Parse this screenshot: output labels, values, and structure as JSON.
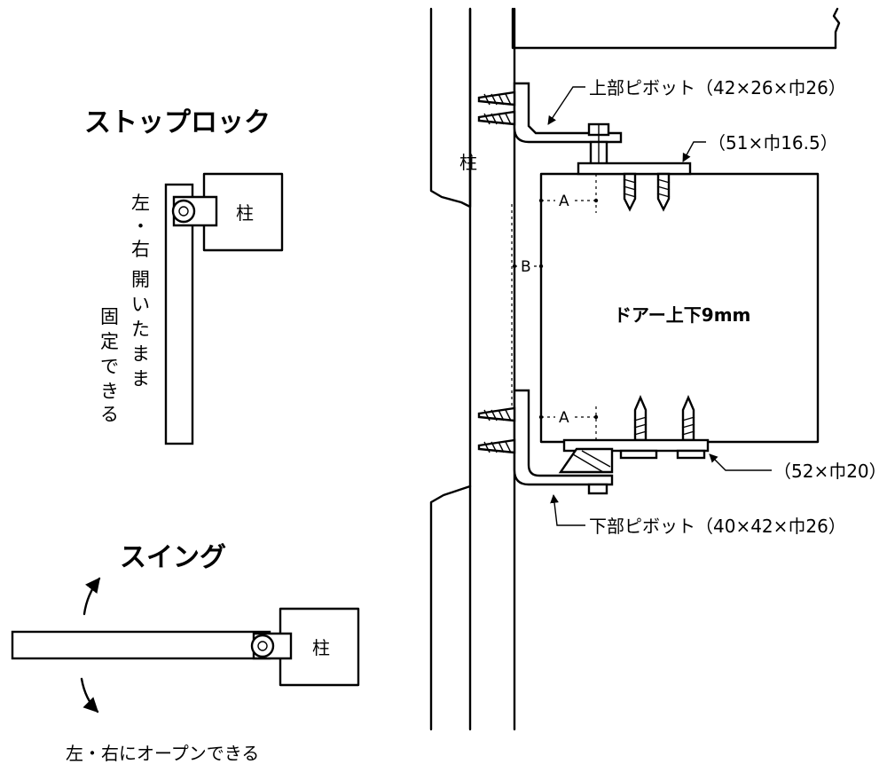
{
  "stop_lock": {
    "heading": "ストップロック",
    "post_label": "柱",
    "note_col1": [
      "左",
      "・",
      "右",
      "開",
      "い",
      "た",
      "ま",
      "ま"
    ],
    "note_col2": [
      "固",
      "定",
      "で",
      "き",
      "る"
    ]
  },
  "swing": {
    "heading": "スイング",
    "post_label": "柱",
    "caption": "左・右にオープンできる"
  },
  "main": {
    "post_label": "柱",
    "upper_pivot": "上部ピボット（42×26×巾26）",
    "upper_plate": "（51×巾16.5）",
    "lower_plate": "（52×巾20）",
    "lower_pivot": "下部ピボット（40×42×巾26）",
    "door_label": "ドアー上下9mm",
    "dim_a": "A",
    "dim_b": "B"
  }
}
